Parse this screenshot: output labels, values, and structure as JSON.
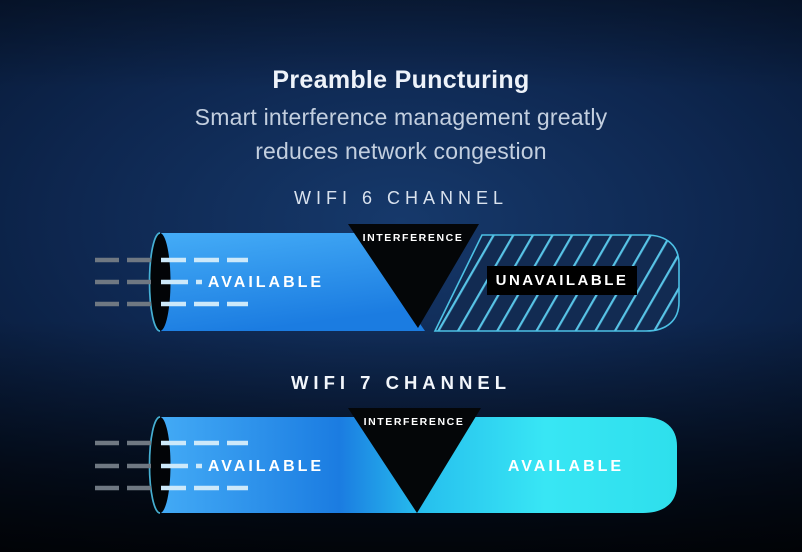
{
  "header": {
    "title": "Preamble Puncturing",
    "subtitle_line1": "Smart interference management greatly",
    "subtitle_line2": "reduces network congestion"
  },
  "wifi6": {
    "channel_label": "WIFI 6 CHANNEL",
    "interference_label": "INTERFERENCE",
    "available_label": "AVAILABLE",
    "unavailable_label": "UNAVAILABLE"
  },
  "wifi7": {
    "channel_label": "WIFI 7 CHANNEL",
    "interference_label": "INTERFERENCE",
    "available_left_label": "AVAILABLE",
    "available_right_label": "AVAILABLE"
  },
  "colors": {
    "title_color": "#eef3fa",
    "subtitle_color": "#c3cfdf",
    "channel_label_color": "#e4ebf5",
    "channel_blue_light": "#45adf7",
    "channel_blue_deep": "#1b7ce1",
    "channel_teal_mid": "#27c0ee",
    "channel_cyan_bright": "#38e6f4",
    "channel_cyan_end": "#2edfec",
    "hatch_background": "#122b52",
    "hatch_stripe": "#58c3e6",
    "outline_cyan": "#4cc0e4",
    "triangle_black": "#040608",
    "pipe_end_black": "#020407",
    "dash_gray": "#6f7882",
    "dash_light": "#cde9fa",
    "badge_black": "#000000",
    "text_white": "#ffffff"
  }
}
